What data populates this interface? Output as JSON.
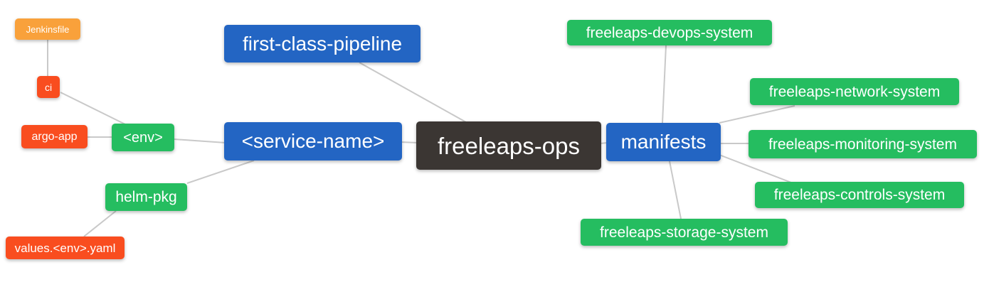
{
  "diagram": {
    "type": "mindmap",
    "root_label": "freeleaps-ops"
  },
  "palette": {
    "root_bg": "#3b3633",
    "branch_bg": "#2365c3",
    "leaf_bg": "#25bd60",
    "alert_bg": "#f94d1f",
    "amber_bg": "#f9a13b",
    "connector": "#c9c9c9",
    "text": "#ffffff",
    "canvas_bg": "#ffffff"
  },
  "nodes": [
    {
      "id": "freeleaps-ops",
      "label": "freeleaps-ops",
      "role": "root",
      "parent": null
    },
    {
      "id": "first-class-pipeline",
      "label": "first-class-pipeline",
      "role": "branch",
      "parent": "freeleaps-ops"
    },
    {
      "id": "service-name",
      "label": "<service-name>",
      "role": "branch",
      "parent": "freeleaps-ops"
    },
    {
      "id": "env",
      "label": "<env>",
      "role": "leaf",
      "parent": "service-name"
    },
    {
      "id": "ci",
      "label": "ci",
      "role": "alert",
      "parent": "env"
    },
    {
      "id": "jenkinsfile",
      "label": "Jenkinsfile",
      "role": "amber",
      "parent": "ci"
    },
    {
      "id": "argo-app",
      "label": "argo-app",
      "role": "alert",
      "parent": "env"
    },
    {
      "id": "helm-pkg",
      "label": "helm-pkg",
      "role": "leaf",
      "parent": "service-name"
    },
    {
      "id": "values-env-yaml",
      "label": "values.<env>.yaml",
      "role": "alert",
      "parent": "helm-pkg"
    },
    {
      "id": "manifests",
      "label": "manifests",
      "role": "branch",
      "parent": "freeleaps-ops"
    },
    {
      "id": "devops-system",
      "label": "freeleaps-devops-system",
      "role": "leaf",
      "parent": "manifests"
    },
    {
      "id": "network-system",
      "label": "freeleaps-network-system",
      "role": "leaf",
      "parent": "manifests"
    },
    {
      "id": "monitoring-system",
      "label": "freeleaps-monitoring-system",
      "role": "leaf",
      "parent": "manifests"
    },
    {
      "id": "controls-system",
      "label": "freeleaps-controls-system",
      "role": "leaf",
      "parent": "manifests"
    },
    {
      "id": "storage-system",
      "label": "freeleaps-storage-system",
      "role": "leaf",
      "parent": "manifests"
    }
  ],
  "edges": [
    {
      "from": "jenkinsfile",
      "to": "ci"
    },
    {
      "from": "ci",
      "to": "env"
    },
    {
      "from": "argo-app",
      "to": "env"
    },
    {
      "from": "env",
      "to": "service-name"
    },
    {
      "from": "helm-pkg",
      "to": "service-name"
    },
    {
      "from": "values-env-yaml",
      "to": "helm-pkg"
    },
    {
      "from": "first-class-pipeline",
      "to": "freeleaps-ops"
    },
    {
      "from": "service-name",
      "to": "freeleaps-ops"
    },
    {
      "from": "manifests",
      "to": "freeleaps-ops"
    },
    {
      "from": "devops-system",
      "to": "manifests"
    },
    {
      "from": "network-system",
      "to": "manifests"
    },
    {
      "from": "monitoring-system",
      "to": "manifests"
    },
    {
      "from": "controls-system",
      "to": "manifests"
    },
    {
      "from": "storage-system",
      "to": "manifests"
    }
  ]
}
